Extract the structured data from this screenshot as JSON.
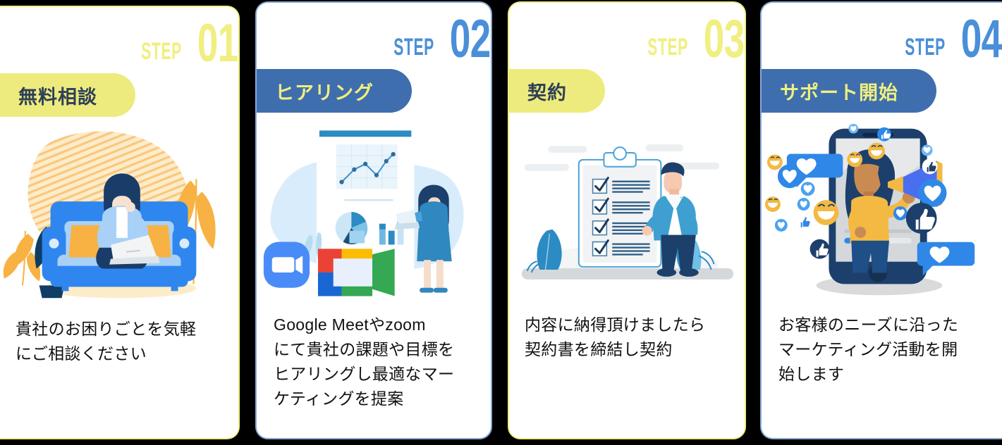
{
  "cards": [
    {
      "step_word": "STEP",
      "step_number": "01",
      "accent": "#f0ef7f",
      "pill_label": "無料相談",
      "description": "貴社のお困りごとを気軽\nにご相談ください",
      "art_name": "woman-on-sofa-with-laptop-illustration"
    },
    {
      "step_word": "STEP",
      "step_number": "02",
      "accent": "#4a8fd8",
      "pill_label": "ヒアリング",
      "description": "Google Meetやzoom\nにて貴社の課題や目標を\nヒアリングし最適なマー\nケティングを提案",
      "art_name": "presentation-charts-zoom-google-meet-illustration"
    },
    {
      "step_word": "STEP",
      "step_number": "03",
      "accent": "#f0ef7f",
      "pill_label": "契約",
      "description": "内容に納得頂けましたら\n契約書を締結し契約",
      "art_name": "clipboard-checklist-man-illustration"
    },
    {
      "step_word": "STEP",
      "step_number": "04",
      "accent": "#4a8fd8",
      "pill_label": "サポート開始",
      "description": "お客様のニーズに沿った\nマーケティング活動を開\n始します",
      "art_name": "smartphone-megaphone-social-reactions-illustration"
    }
  ],
  "palette": {
    "yellow": "#f0ef7f",
    "pill_yellow": "#eeeb7e",
    "blue": "#4a8fd8",
    "pill_blue": "#3e6eae",
    "border_blue": "#8aabd8",
    "ink_dark": "#2e4057",
    "text_black": "#111111",
    "background": "#000000"
  }
}
